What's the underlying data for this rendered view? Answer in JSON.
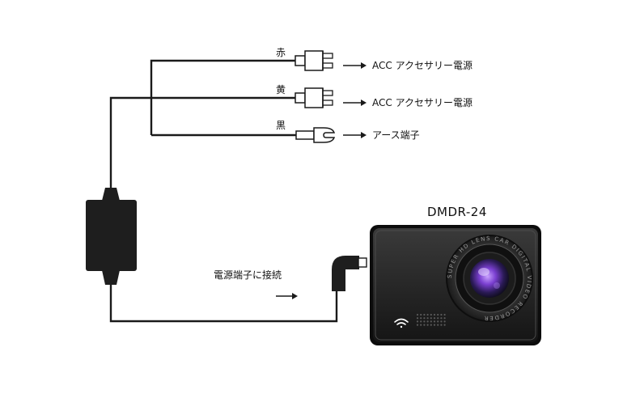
{
  "wires": [
    {
      "color_label": "赤",
      "destination": "ACC アクセサリー電源",
      "terminal": "plug"
    },
    {
      "color_label": "黄",
      "destination": "ACC アクセサリー電源",
      "terminal": "plug"
    },
    {
      "color_label": "黒",
      "destination": "アース端子",
      "terminal": "fork"
    }
  ],
  "connection_label": "電源端子に接続",
  "camera": {
    "model": "DMDR-24",
    "lens_ring_text": "SUPER HD LENS   CAR DIGITAL VIDEO RECORDER"
  },
  "icons": {
    "arrow": "right-arrow-icon",
    "wifi": "wifi-icon",
    "speaker": "speaker-grille-icon"
  },
  "colors": {
    "wire": "#1a1a1a",
    "box": "#1e1e1e",
    "camera_body": "#2a2a2a",
    "lens_accent": "#8a4fd8"
  }
}
